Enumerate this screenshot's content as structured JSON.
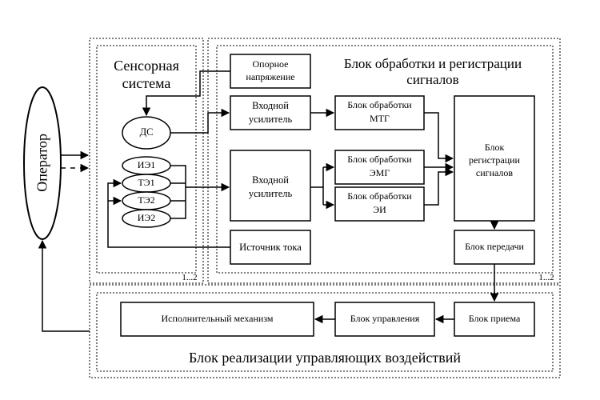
{
  "operator": "Оператор",
  "sensor_system": {
    "title_line1": "Сенсорная",
    "title_line2": "система",
    "index": "1...2"
  },
  "processing": {
    "title_line1": "Блок обработки и регистрации",
    "title_line2": "сигналов",
    "index": "1...2"
  },
  "implementation": {
    "title": "Блок реализации управляющих воздействий"
  },
  "blocks": {
    "ref_voltage_l1": "Опорное",
    "ref_voltage_l2": "напряжение",
    "input_amp1_l1": "Входной",
    "input_amp1_l2": "усилитель",
    "input_amp2_l1": "Входной",
    "input_amp2_l2": "усилитель",
    "mtg_l1": "Блок обработки",
    "mtg_l2": "МТГ",
    "emg_l1": "Блок обработки",
    "emg_l2": "ЭМГ",
    "ei_l1": "Блок обработки",
    "ei_l2": "ЭИ",
    "registration_l1": "Блок",
    "registration_l2": "регистрации",
    "registration_l3": "сигналов",
    "current_source": "Источник тока",
    "transmitter": "Блок передачи",
    "receiver": "Блок приема",
    "control": "Блок управления",
    "actuator": "Исполнительный механизм"
  },
  "sensors": {
    "ds": "ДС",
    "ie1": "ИЭ1",
    "te1": "ТЭ1",
    "te2": "ТЭ2",
    "ie2": "ИЭ2"
  }
}
